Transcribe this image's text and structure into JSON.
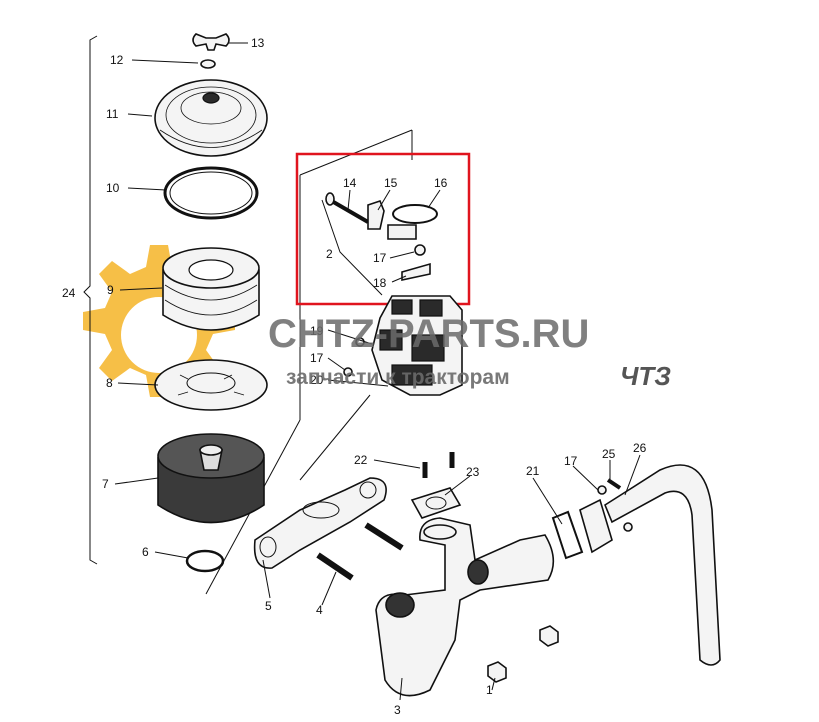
{
  "labels": {
    "n1": "1",
    "n2": "2",
    "n3": "3",
    "n4": "4",
    "n5": "5",
    "n6": "6",
    "n7": "7",
    "n8": "8",
    "n9": "9",
    "n10": "10",
    "n11": "11",
    "n12": "12",
    "n13": "13",
    "n14": "14",
    "n15": "15",
    "n16": "16",
    "n17a": "17",
    "n17b": "17",
    "n17c": "17",
    "n18": "18",
    "n19": "19",
    "n20": "20",
    "n21": "21",
    "n22": "22",
    "n23": "23",
    "n24": "24",
    "n25": "25",
    "n26": "26"
  },
  "watermark": {
    "site": "CHTZ-PARTS.RU",
    "tagline": "запчасти к тракторам",
    "brand": "ЧТЗ"
  },
  "colors": {
    "highlight": "#e0141e",
    "gear": "#f5b428",
    "watermark": "#6b6b6b"
  }
}
